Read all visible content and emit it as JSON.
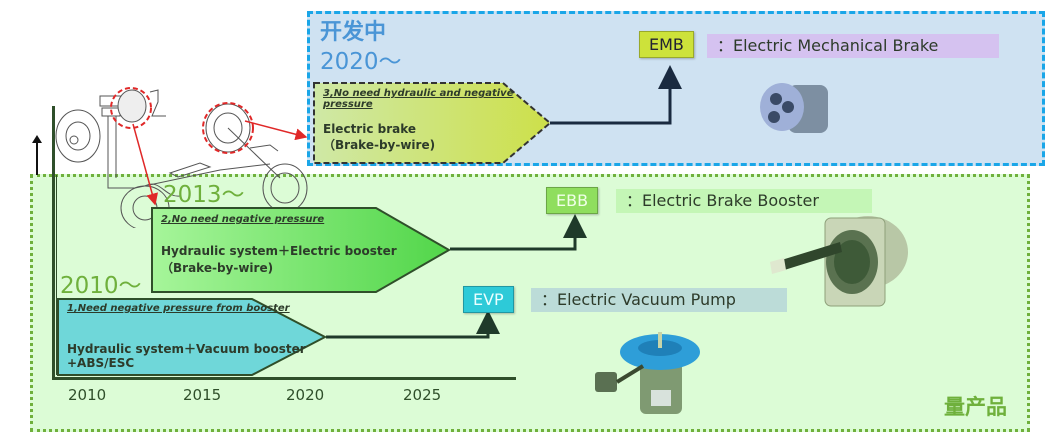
{
  "regions": {
    "production": {
      "label": "量产品",
      "color": "#6fb03c",
      "background": "#dcfcd6"
    },
    "development": {
      "label": "开发中",
      "year": "2020～",
      "color": "#4a95d6",
      "background": "#cfe2f2",
      "border_color": "#1aa6e8"
    }
  },
  "year_labels": {
    "y2013": "2013～",
    "y2010": "2010～"
  },
  "axis": {
    "ticks": [
      "2010",
      "2015",
      "2020",
      "2025"
    ]
  },
  "stages": [
    {
      "title": "1,Need negative pressure from booster",
      "body_line1": "Hydraulic system＋Vacuum booster",
      "body_line2": "+ABS/ESC",
      "fill": "#6fd7d9"
    },
    {
      "title": "2,No need negative pressure",
      "body_line1": "Hydraulic system＋Electric booster",
      "body_line2": "（Brake-by-wire)",
      "fill_start": "#a6f59a",
      "fill_end": "#52d64a"
    },
    {
      "title": "3,No need hydraulic and negative pressure",
      "body_line1": "Electric brake",
      "body_line2": "（Brake-by-wire)",
      "fill_start": "#cfe8a6",
      "fill_end": "#cde04a"
    }
  ],
  "technologies": [
    {
      "abbr": "EVP",
      "desc": "：Electric Vacuum Pump",
      "tag_color": "#2dcad8",
      "desc_bg": "#bcdcd8"
    },
    {
      "abbr": "EBB",
      "desc": "：Electric Brake Booster",
      "tag_color": "#8fde5e",
      "desc_bg": "#c4f6b6"
    },
    {
      "abbr": "EMB",
      "desc": "：Electric Mechanical Brake",
      "tag_color": "#cde23a",
      "desc_bg": "#d5c2f0"
    }
  ]
}
